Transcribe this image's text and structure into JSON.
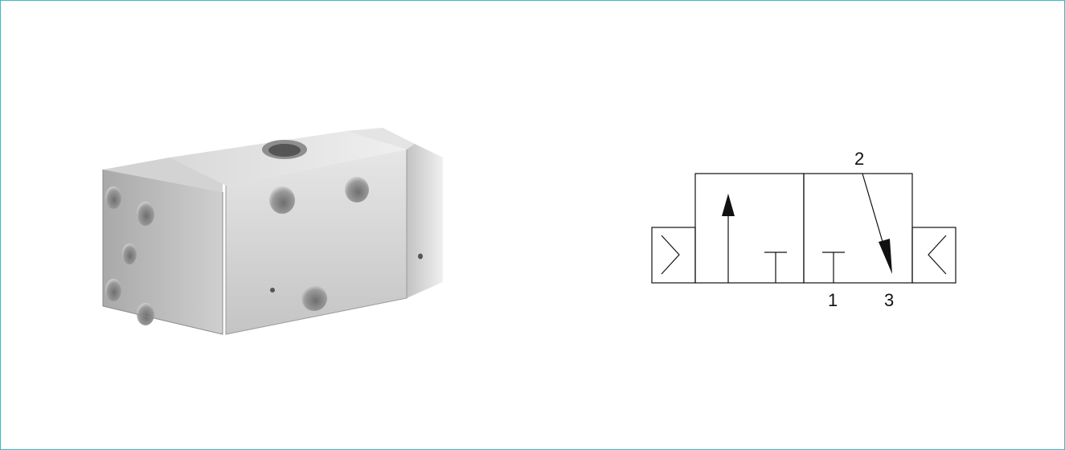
{
  "page": {
    "frame_color": "#39bcc2",
    "background": "#ffffff"
  },
  "photo": {
    "subject": "valve-body-photo"
  },
  "symbol": {
    "ports": {
      "p2": "2",
      "p1": "1",
      "p3": "3"
    },
    "line_color": "#111111"
  }
}
